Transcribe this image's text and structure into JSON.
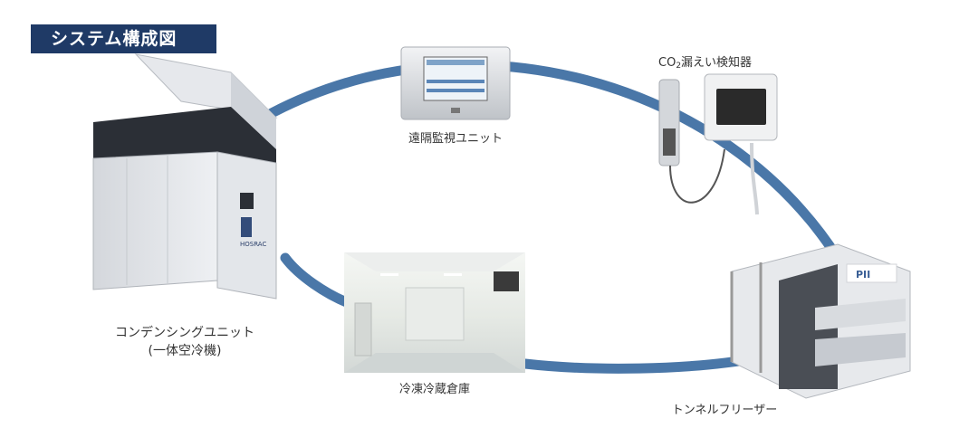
{
  "title": "システム構成図",
  "components": {
    "condensing_unit": {
      "line1": "コンデンシングユニット",
      "line2": "(一体空冷機)",
      "logo": "HOSRAC"
    },
    "remote_monitor": {
      "label": "遠隔監視ユニット"
    },
    "co2_detector": {
      "prefix": "CO",
      "sub": "2",
      "suffix": "漏えい検知器"
    },
    "cold_storage": {
      "label": "冷凍冷蔵倉庫"
    },
    "tunnel_freezer": {
      "label": "トンネルフリーザー",
      "badge": "PII"
    }
  },
  "colors": {
    "ring": "#4a77a8",
    "title_bg": "#1f3a66"
  }
}
